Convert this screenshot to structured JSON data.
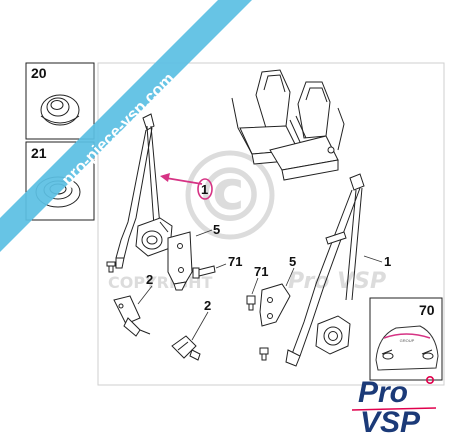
{
  "colors": {
    "watermark_banner": "#5bbfe3",
    "highlight": "#d63384",
    "brand_pink": "#e0004d",
    "brand_blue": "#1b3a78"
  },
  "watermark": {
    "banner_text": "pro-piece-vsp.com",
    "copyright_symbol": "©",
    "copyright_text": "COPYRIGHT",
    "overlay_text": "Pro VSP"
  },
  "inset_boxes": [
    {
      "label": "20"
    },
    {
      "label": "21"
    }
  ],
  "callouts": {
    "belt_left": "1",
    "belt_right": "1",
    "bracket_left": "5",
    "bracket_right": "5",
    "bolt_left": "71",
    "bolt_right": "71",
    "buckle_upper": "2",
    "buckle_lower": "2",
    "vehicle_box": "70"
  },
  "vehicle_box": {
    "badge": "GROUP"
  },
  "logo": {
    "line1": "Pro",
    "line2": "VSP"
  }
}
